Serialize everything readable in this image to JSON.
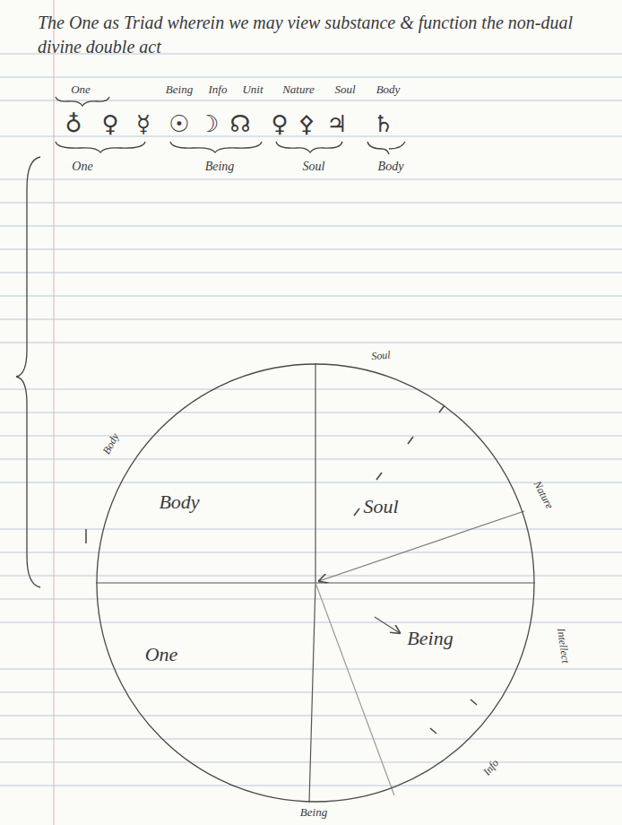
{
  "diagram": {
    "title": "The One as Triad wherein we may view substance & function the non-dual divine double act",
    "nodes": [
      {
        "text": [
          "Body",
          "Soul",
          "One",
          "Being"
        ]
      }
    ],
    "labels": [
      "One",
      "Being",
      "Info",
      "Unit",
      "Nature",
      "Soul",
      "Body",
      "♁",
      "♀",
      "☿",
      "☉",
      "☽",
      "☊",
      "♀",
      "⚴",
      "♃",
      "♄",
      "One",
      "Being",
      "Soul",
      "Body",
      "Soul",
      "Body",
      "Nature",
      "Intellect",
      "Info",
      "Being"
    ]
  }
}
